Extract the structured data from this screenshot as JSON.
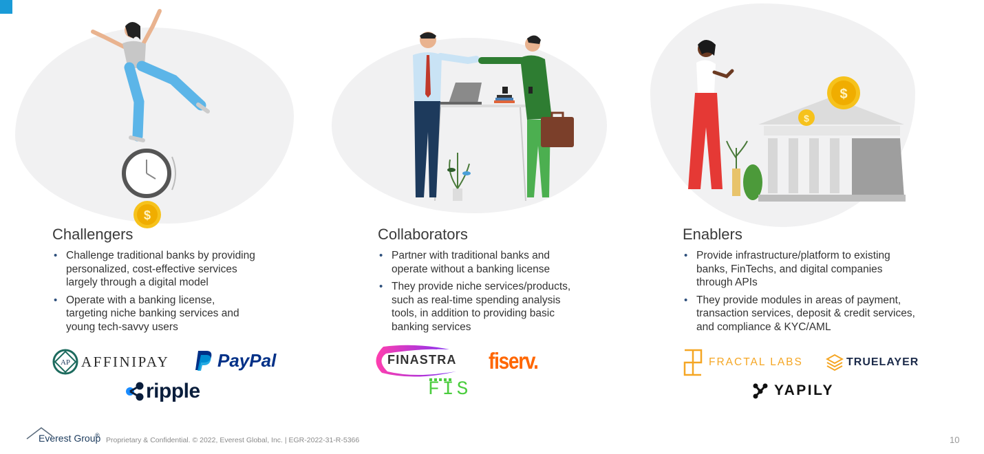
{
  "columns": [
    {
      "title": "Challengers",
      "bullets": [
        "Challenge traditional banks by providing personalized, cost-effective services largely through a digital model",
        "Operate with a banking license, targeting niche banking services and young tech-savvy users"
      ],
      "logos": [
        "AFFINIPAY",
        "PayPal",
        "ripple"
      ]
    },
    {
      "title": "Collaborators",
      "bullets": [
        "Partner with traditional banks and operate without a banking license",
        "They provide niche services/products, such as real-time spending analysis tools, in addition to providing basic banking services"
      ],
      "logos": [
        "FINASTRA",
        "fiserv.",
        "FIS"
      ]
    },
    {
      "title": "Enablers",
      "bullets": [
        "Provide infrastructure/platform to existing banks, FinTechs, and digital companies through APIs",
        "They provide modules in areas of payment, transaction services, deposit & credit services, and compliance & KYC/AML"
      ],
      "logos": [
        "FRACTAL LABS",
        "TRUELAYER",
        "YAPILY"
      ]
    }
  ],
  "footer": {
    "brand": "Everest Group",
    "brand_mark": "®",
    "text": "Proprietary & Confidential. © 2022, Everest Global, Inc. | EGR-2022-31-R-5366",
    "page_number": "10"
  },
  "colors": {
    "accent": "#1a9bd7",
    "bullet": "#2d4f7c",
    "paypal_dark": "#003087",
    "paypal_light": "#009cde",
    "ripple": "#0a1e3c",
    "fiserv": "#ff6600",
    "fis": "#4bcd3e",
    "fractal": "#f5a623"
  }
}
